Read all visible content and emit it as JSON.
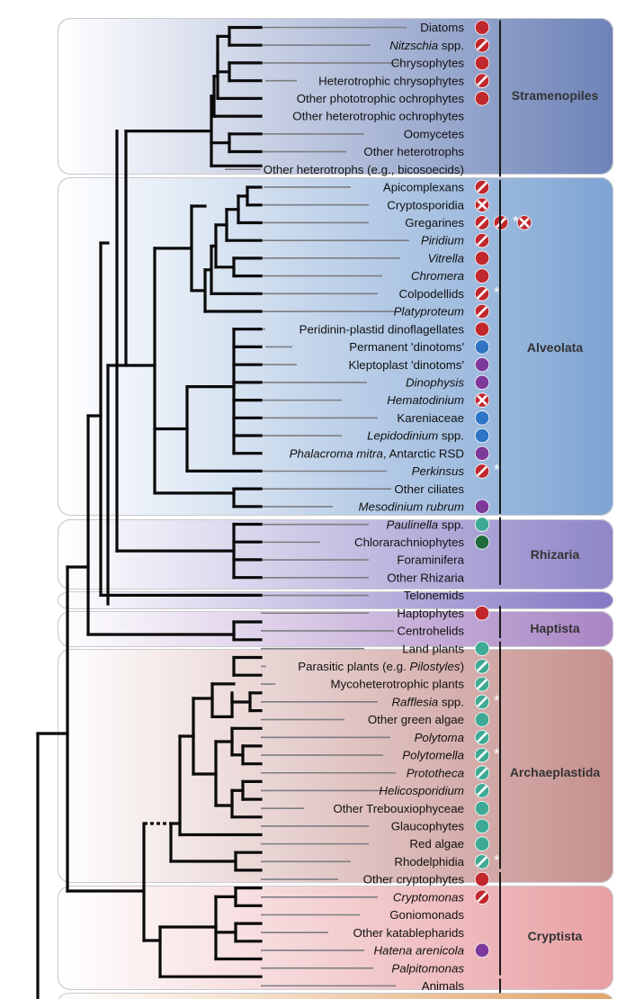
{
  "figure": {
    "groups": [
      {
        "name": "Stramenopiles",
        "color": "#6d83b8"
      },
      {
        "name": "Alveolata",
        "color": "#7ea4d3"
      },
      {
        "name": "Rhizaria",
        "color": "#8e86c8"
      },
      {
        "name": "",
        "color": "#8577c4"
      },
      {
        "name": "Haptista",
        "color": "#a884c4"
      },
      {
        "name": "Archaeplastida",
        "color": "#c5908d"
      },
      {
        "name": "Cryptista",
        "color": "#e8a0a4"
      },
      {
        "name": "",
        "color": "#e2a468"
      }
    ],
    "taxa": [
      {
        "parts": [
          {
            "t": "Diatoms"
          }
        ],
        "markers": [
          "solid-red"
        ]
      },
      {
        "parts": [
          {
            "t": "Nitzschia",
            "i": true
          },
          {
            "t": " spp."
          }
        ],
        "markers": [
          "slash-red"
        ]
      },
      {
        "parts": [
          {
            "t": "Chrysophytes"
          }
        ],
        "markers": [
          "solid-red"
        ]
      },
      {
        "parts": [
          {
            "t": "Heterotrophic chrysophytes"
          }
        ],
        "markers": [
          "slash-red"
        ]
      },
      {
        "parts": [
          {
            "t": "Other phototrophic ochrophytes"
          }
        ],
        "markers": [
          "solid-red"
        ]
      },
      {
        "parts": [
          {
            "t": "Other heterotrophic ochrophytes"
          }
        ],
        "markers": []
      },
      {
        "parts": [
          {
            "t": "Oomycetes"
          }
        ],
        "markers": []
      },
      {
        "parts": [
          {
            "t": "Other heterotrophs"
          }
        ],
        "markers": []
      },
      {
        "parts": [
          {
            "t": "Other heterotrophs (e.g., bicosoecids)"
          }
        ],
        "markers": []
      },
      {
        "parts": [
          {
            "t": "Apicomplexans"
          }
        ],
        "markers": [
          "slash-red"
        ]
      },
      {
        "parts": [
          {
            "t": "Cryptosporidia"
          }
        ],
        "markers": [
          "cross-red"
        ]
      },
      {
        "parts": [
          {
            "t": "Gregarines"
          }
        ],
        "markers": [
          "slash-red",
          "slash-red",
          "star",
          "cross-red"
        ]
      },
      {
        "parts": [
          {
            "t": "Piridium",
            "i": true
          }
        ],
        "markers": [
          "slash-red"
        ]
      },
      {
        "parts": [
          {
            "t": "Vitrella",
            "i": true
          }
        ],
        "markers": [
          "solid-red"
        ]
      },
      {
        "parts": [
          {
            "t": "Chromera",
            "i": true
          }
        ],
        "markers": [
          "solid-red"
        ]
      },
      {
        "parts": [
          {
            "t": "Colpodellids"
          }
        ],
        "markers": [
          "slash-red",
          "star"
        ]
      },
      {
        "parts": [
          {
            "t": "Platyproteum",
            "i": true
          }
        ],
        "markers": [
          "slash-red"
        ]
      },
      {
        "parts": [
          {
            "t": "Peridinin-plastid dinoflagellates"
          }
        ],
        "markers": [
          "solid-red"
        ]
      },
      {
        "parts": [
          {
            "t": "Permanent 'dinotoms'"
          }
        ],
        "markers": [
          "solid-blue"
        ]
      },
      {
        "parts": [
          {
            "t": "Kleptoplast 'dinotoms'"
          }
        ],
        "markers": [
          "solid-purple"
        ]
      },
      {
        "parts": [
          {
            "t": "Dinophysis",
            "i": true
          }
        ],
        "markers": [
          "solid-purple"
        ]
      },
      {
        "parts": [
          {
            "t": "Hematodinium",
            "i": true
          }
        ],
        "markers": [
          "cross-red"
        ]
      },
      {
        "parts": [
          {
            "t": "Kareniaceae"
          }
        ],
        "markers": [
          "solid-blue"
        ]
      },
      {
        "parts": [
          {
            "t": "Lepidodinium",
            "i": true
          },
          {
            "t": " spp."
          }
        ],
        "markers": [
          "solid-blue"
        ]
      },
      {
        "parts": [
          {
            "t": "Phalacroma mitra",
            "i": true
          },
          {
            "t": ", Antarctic RSD"
          }
        ],
        "markers": [
          "solid-purple"
        ]
      },
      {
        "parts": [
          {
            "t": "Perkinsus",
            "i": true
          }
        ],
        "markers": [
          "slash-red",
          "star"
        ]
      },
      {
        "parts": [
          {
            "t": "Other ciliates"
          }
        ],
        "markers": []
      },
      {
        "parts": [
          {
            "t": "Mesodinium rubrum",
            "i": true
          }
        ],
        "markers": [
          "solid-purple"
        ]
      },
      {
        "parts": [
          {
            "t": "Paulinella",
            "i": true
          },
          {
            "t": " spp."
          }
        ],
        "markers": [
          "solid-teal"
        ]
      },
      {
        "parts": [
          {
            "t": "Chlorarachniophytes"
          }
        ],
        "markers": [
          "solid-green"
        ]
      },
      {
        "parts": [
          {
            "t": "Foraminifera"
          }
        ],
        "markers": []
      },
      {
        "parts": [
          {
            "t": "Other Rhizaria"
          }
        ],
        "markers": []
      },
      {
        "parts": [
          {
            "t": "Telonemids"
          }
        ],
        "markers": []
      },
      {
        "parts": [
          {
            "t": "Haptophytes"
          }
        ],
        "markers": [
          "solid-red"
        ]
      },
      {
        "parts": [
          {
            "t": "Centrohelids"
          }
        ],
        "markers": []
      },
      {
        "parts": [
          {
            "t": "Land plants"
          }
        ],
        "markers": [
          "solid-teal"
        ]
      },
      {
        "parts": [
          {
            "t": "Parasitic plants (e.g. "
          },
          {
            "t": "Pilostyles",
            "i": true
          },
          {
            "t": ")"
          }
        ],
        "markers": [
          "slash-teal"
        ]
      },
      {
        "parts": [
          {
            "t": "Mycoheterotrophic plants"
          }
        ],
        "markers": [
          "slash-teal"
        ]
      },
      {
        "parts": [
          {
            "t": "Rafflesia",
            "i": true
          },
          {
            "t": " spp."
          }
        ],
        "markers": [
          "slash-teal",
          "star"
        ]
      },
      {
        "parts": [
          {
            "t": "Other green algae"
          }
        ],
        "markers": [
          "solid-teal"
        ]
      },
      {
        "parts": [
          {
            "t": "Polytoma",
            "i": true
          }
        ],
        "markers": [
          "slash-teal"
        ]
      },
      {
        "parts": [
          {
            "t": "Polytomella",
            "i": true
          }
        ],
        "markers": [
          "slash-teal",
          "star"
        ]
      },
      {
        "parts": [
          {
            "t": "Prototheca",
            "i": true
          }
        ],
        "markers": [
          "slash-teal"
        ]
      },
      {
        "parts": [
          {
            "t": "Helicosporidium",
            "i": true
          }
        ],
        "markers": [
          "slash-teal"
        ]
      },
      {
        "parts": [
          {
            "t": "Other Trebouxiophyceae"
          }
        ],
        "markers": [
          "solid-teal"
        ]
      },
      {
        "parts": [
          {
            "t": "Glaucophytes"
          }
        ],
        "markers": [
          "solid-teal"
        ]
      },
      {
        "parts": [
          {
            "t": "Red algae"
          }
        ],
        "markers": [
          "solid-teal"
        ]
      },
      {
        "parts": [
          {
            "t": "Rhodelphidia"
          }
        ],
        "markers": [
          "slash-teal",
          "star"
        ]
      },
      {
        "parts": [
          {
            "t": "Other cryptophytes"
          }
        ],
        "markers": [
          "solid-red"
        ]
      },
      {
        "parts": [
          {
            "t": "Cryptomonas",
            "i": true
          }
        ],
        "markers": [
          "slash-red"
        ]
      },
      {
        "parts": [
          {
            "t": "Goniomonads"
          }
        ],
        "markers": []
      },
      {
        "parts": [
          {
            "t": "Other katablepharids"
          }
        ],
        "markers": []
      },
      {
        "parts": [
          {
            "t": "Hatena arenicola",
            "i": true
          }
        ],
        "markers": [
          "solid-purple"
        ]
      },
      {
        "parts": [
          {
            "t": "Palpitomonas",
            "i": true
          }
        ],
        "markers": []
      },
      {
        "parts": [
          {
            "t": "Animals"
          }
        ],
        "markers": []
      }
    ],
    "marker_colors": {
      "red": "#c0282d",
      "teal": "#3eaa96",
      "blue": "#2f75c5",
      "purple": "#7d3a9a",
      "green": "#1f6a3a"
    },
    "star_glyph": "*"
  }
}
